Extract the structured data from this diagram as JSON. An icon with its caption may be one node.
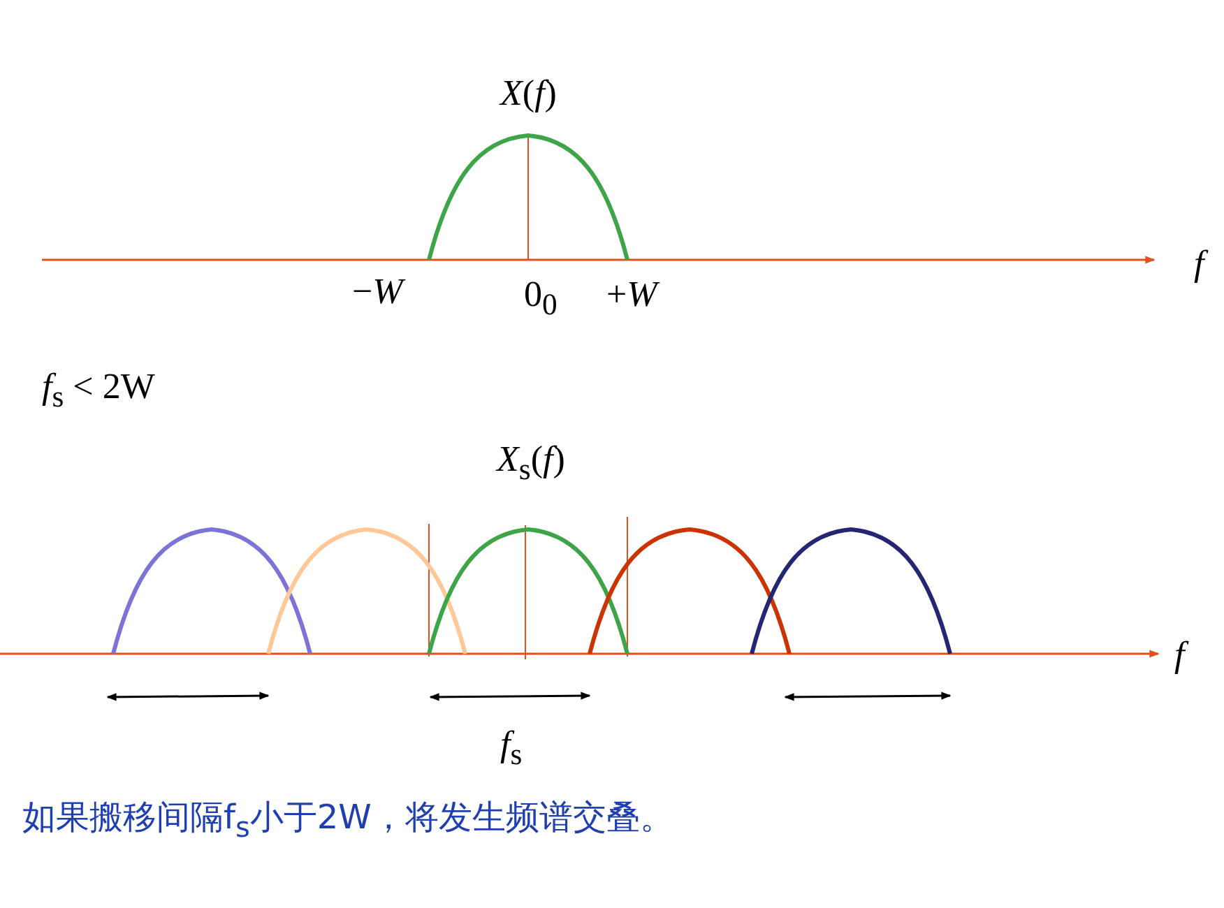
{
  "diagram": {
    "labels": [
      "*X*(*f*)",
      "−*W*",
      "0$_{0}$",
      "+*W*",
      "*f*",
      "*f*$_{s}$ < 2W",
      "*X*$_{s}$(*f*)",
      "*f*",
      "*f*$_{s}$"
    ],
    "caption": "如果搬移间隔f$_{s}$小于2W，将发生频谱交叠。"
  }
}
